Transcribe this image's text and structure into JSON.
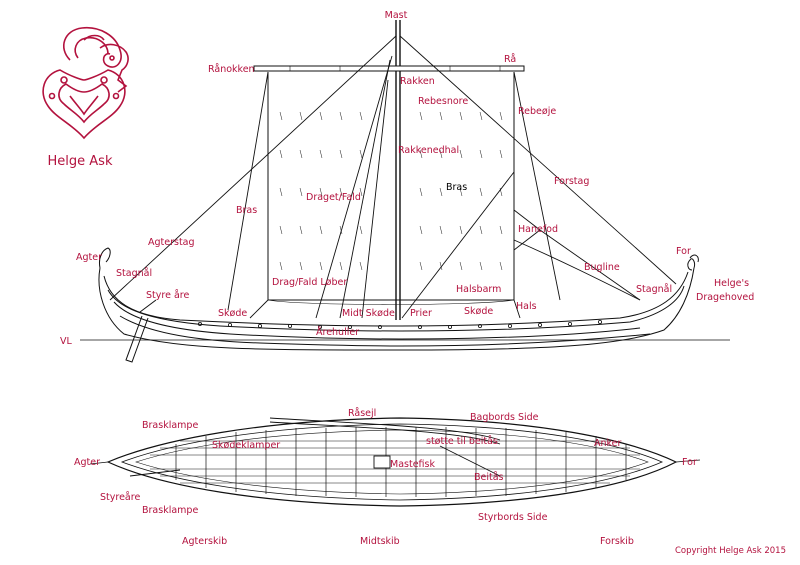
{
  "colors": {
    "label": "#b3123e",
    "ink": "#111111",
    "background": "#ffffff"
  },
  "logo": {
    "name": "Helge Ask",
    "icon": "viking-brooch-logo"
  },
  "copyright": "Copyright Helge Ask 2015",
  "side_view": {
    "mast": "Mast",
    "ranokken": "Rånokken",
    "raa": "Rå",
    "rakken": "Rakken",
    "rebesnore": "Rebesnore",
    "rebeoje": "Rebeøje",
    "rakkenedhal": "Rakkenedhal",
    "forstag": "Forstag",
    "bras_center": "Bras",
    "bras_left": "Bras",
    "draget_fald": "Draget/Fald",
    "hanefod": "Hanefod",
    "agter": "Agter",
    "agterstag": "Agterstag",
    "for": "For",
    "stagaal_left": "Stagnål",
    "stagaal_right": "Stagnål",
    "bugline": "Bugline",
    "helges": "Helge's",
    "dragehoved": "Dragehoved",
    "styre_are": "Styre åre",
    "drag_fald_lober": "Drag/Fald Løber",
    "halsbarm": "Halsbarm",
    "skode_left": "Skøde",
    "midt_skode": "Midt Skøde",
    "prier": "Prier",
    "skode_right": "Skøde",
    "hals": "Hals",
    "arehuller": "Årehuller",
    "vl": "VL"
  },
  "top_view": {
    "rasejl": "Råsejl",
    "bagbords_side": "Bagbords Side",
    "brasklampe_top": "Brasklampe",
    "skodeklamper": "Skødeklamper",
    "statte": "støtte til beitås",
    "anker": "Anker",
    "agter": "Agter",
    "mastefisk": "Mastefisk",
    "for": "For",
    "beitas": "Beitås",
    "styreare": "Styreåre",
    "brasklampe_bottom": "Brasklampe",
    "styrbords_side": "Styrbords Side",
    "agterskib": "Agterskib",
    "midtskib": "Midtskib",
    "forskib": "Forskib"
  }
}
